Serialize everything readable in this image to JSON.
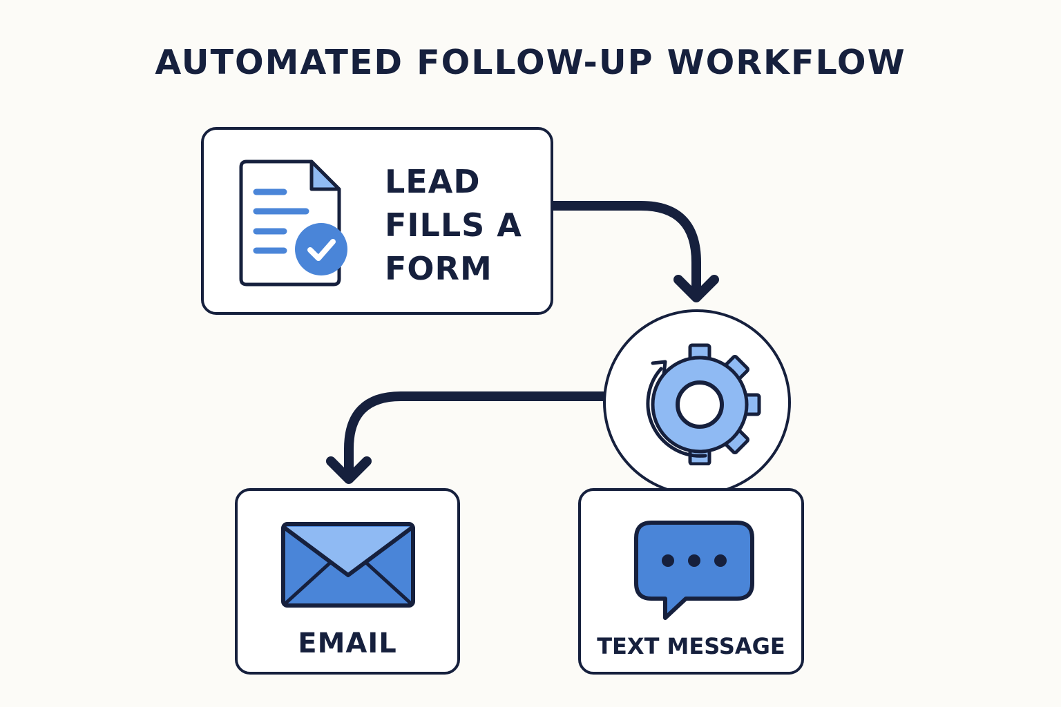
{
  "title": "AUTOMATED FOLLOW-UP WORKFLOW",
  "nodes": {
    "lead": {
      "label_lines": [
        "LEAD",
        "FILLS A",
        "FORM"
      ],
      "icon": "form-check-icon"
    },
    "automation": {
      "icon": "gear-sync-icon"
    },
    "email": {
      "label": "EMAIL",
      "icon": "envelope-icon"
    },
    "text_message": {
      "label": "TEXT MESSAGE",
      "icon": "chat-bubble-icon"
    }
  },
  "colors": {
    "background": "#fcfbf7",
    "outline": "#16203d",
    "accent_blue": "#4a85d8",
    "light_blue": "#8fbaf3"
  }
}
